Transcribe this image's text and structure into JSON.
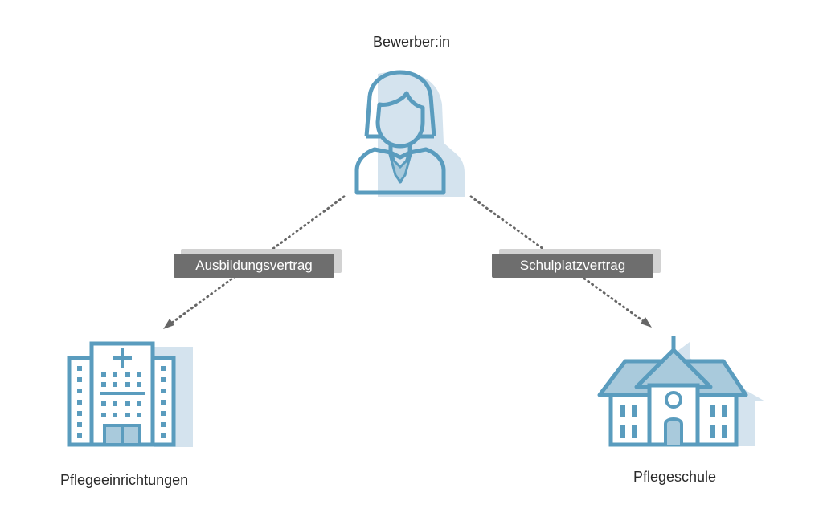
{
  "nodes": {
    "applicant": {
      "label": "Bewerber:in",
      "icon": "person-icon"
    },
    "facility": {
      "label": "Pflegeeinrichtungen",
      "icon": "hospital-building-icon"
    },
    "school": {
      "label": "Pflegeschule",
      "icon": "school-building-icon"
    }
  },
  "edges": {
    "left": {
      "label": "Ausbildungsvertrag"
    },
    "right": {
      "label": "Schulplatzvertrag"
    }
  },
  "colors": {
    "stroke": "#5a9cbe",
    "fill_light": "#a9cadc",
    "shadow": "#d4e3ee",
    "tag": "#6e6e6e",
    "tag_shadow": "#d2d2d2",
    "arrow": "#666666"
  }
}
